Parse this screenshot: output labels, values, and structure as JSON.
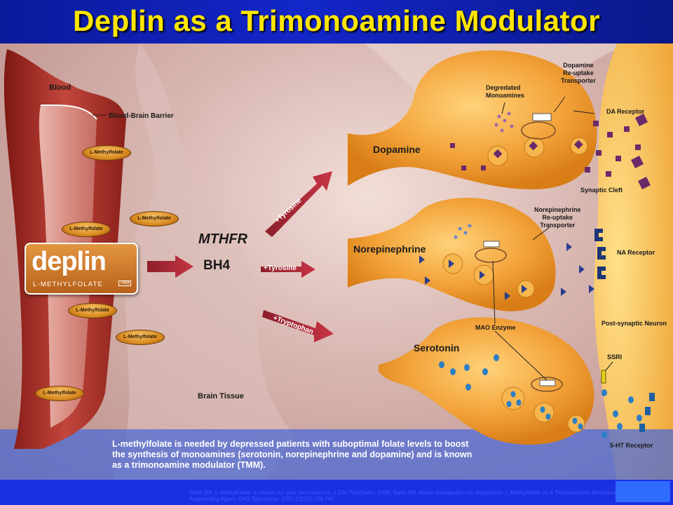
{
  "title": "Deplin as a Trimonoamine Modulator",
  "labels": {
    "blood": "Blood",
    "bbb": "Blood-Brain Barrier",
    "brain_tissue": "Brain Tissue",
    "mthfr": "MTHFR",
    "bh4": "BH4",
    "tyrosine_up": "+Tyrosine",
    "tyrosine_mid": "+Tyrosine",
    "tryptophan": "+Tryptophan",
    "dopamine": "Dopamine",
    "norepinephrine": "Norepinephrine",
    "serotonin": "Serotonin",
    "degraded": "Degredated\nMonoamines",
    "da_transporter": "Dopamine\nRe-uptake\nTransporter",
    "da_receptor": "DA Receptor",
    "synaptic_cleft": "Synaptic Cleft",
    "ne_transporter": "Norepinephrine\nRe-uptake\nTransporter",
    "na_receptor": "NA Receptor",
    "mao": "MAO Enzyme",
    "post_synaptic": "Post-synaptic Neuron",
    "ssri": "SSRI",
    "ht_receptor": "5-HT Receptor"
  },
  "pills": [
    "L-Methylfolate",
    "L-Methylfolate",
    "L-Methylfolate",
    "L-Methylfolate",
    "L-Methylfolate",
    "L-Methylfolate"
  ],
  "deplin": {
    "word": "deplin",
    "sub": "L-METHYLFOLATE",
    "tm": "TMM"
  },
  "caption": "L-methylfolate is needed by depressed patients with suboptimal folate levels to boost the synthesis of monoamines (serotonin, norepinephrine and dopamine) and is known as a trimonoamine modulator (TMM).",
  "footer_ref": "Stahl SM. L-Methylfolate: a vitamin for your monoamines. J Clin Psychiatry. 2008; Stahl SM. Novel therapeutics for depression: L-Methylfolate as a Trimonoamine Modulator and Antidepressant-Augmenting Agent. CNS Spectrums. 2007;12(10):739-744."
}
